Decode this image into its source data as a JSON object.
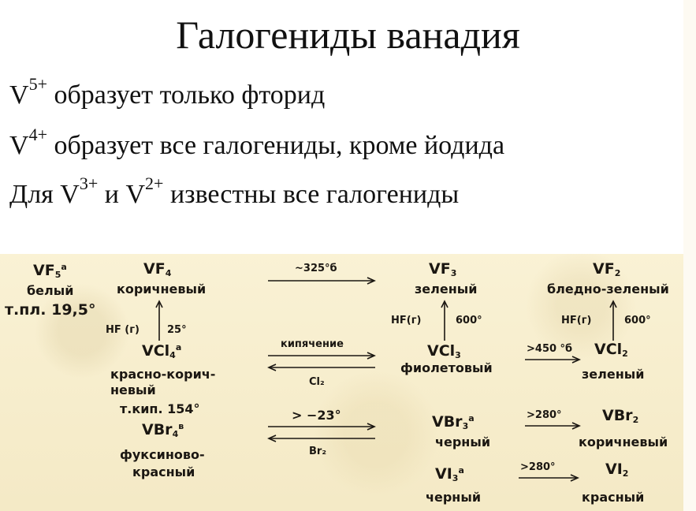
{
  "title": "Галогениды ванадия",
  "lines": {
    "l1_a": "V",
    "l1_sup": "5+",
    "l1_b": " образует только фторид",
    "l2_a": "V",
    "l2_sup": "4+",
    "l2_b": " образует все галогениды, кроме йодида",
    "l3_a": "Для V",
    "l3_sup1": "3+",
    "l3_mid": " и V",
    "l3_sup2": "2+",
    "l3_b": " известны все галогениды"
  },
  "scheme": {
    "vf5": {
      "formula": "VF",
      "sub": "5",
      "sup": "a",
      "color": "белый",
      "mp": "т.пл. 19,5°"
    },
    "vf4": {
      "formula": "VF",
      "sub": "4",
      "color": "коричневый"
    },
    "vf4_cond": {
      "reagent": "HF (г)",
      "temp": "25°"
    },
    "vcl4": {
      "formula": "VCl",
      "sub": "4",
      "sup": "a",
      "color1": "красно-корич-",
      "color2": "невый",
      "bp": "т.кип. 154°"
    },
    "vbr4": {
      "formula": "VBr",
      "sub": "4",
      "sup": "в",
      "color1": "фуксиново-",
      "color2": "красный"
    },
    "arrow1": {
      "label": "~325°б"
    },
    "arrow2": {
      "top": "кипячение",
      "bottom": "Cl₂"
    },
    "arrow3": {
      "top": "> −23°",
      "bottom": "Br₂"
    },
    "vf3": {
      "formula": "VF",
      "sub": "3",
      "color": "зеленый"
    },
    "vf3_cond": {
      "reagent": "HF(г)",
      "temp": "600°"
    },
    "vcl3": {
      "formula": "VCl",
      "sub": "3",
      "color": "фиолетовый"
    },
    "vbr3": {
      "formula": "VBr",
      "sub": "3",
      "sup": "a",
      "color": "черный"
    },
    "vi3": {
      "formula": "VI",
      "sub": "3",
      "sup": "a",
      "color": "черный"
    },
    "vf2": {
      "formula": "VF",
      "sub": "2",
      "color": "бледно-зеленый"
    },
    "vf2_cond": {
      "reagent": "HF(г)",
      "temp": "600°"
    },
    "vcl2": {
      "formula": "VCl",
      "sub": "2",
      "cond": ">450 °б",
      "color": "зеленый"
    },
    "vbr2": {
      "formula": "VBr",
      "sub": "2",
      "cond": ">280°",
      "color": "коричневый"
    },
    "vi2": {
      "formula": "VI",
      "sub": "2",
      "cond": ">280°",
      "color": "красный"
    }
  }
}
